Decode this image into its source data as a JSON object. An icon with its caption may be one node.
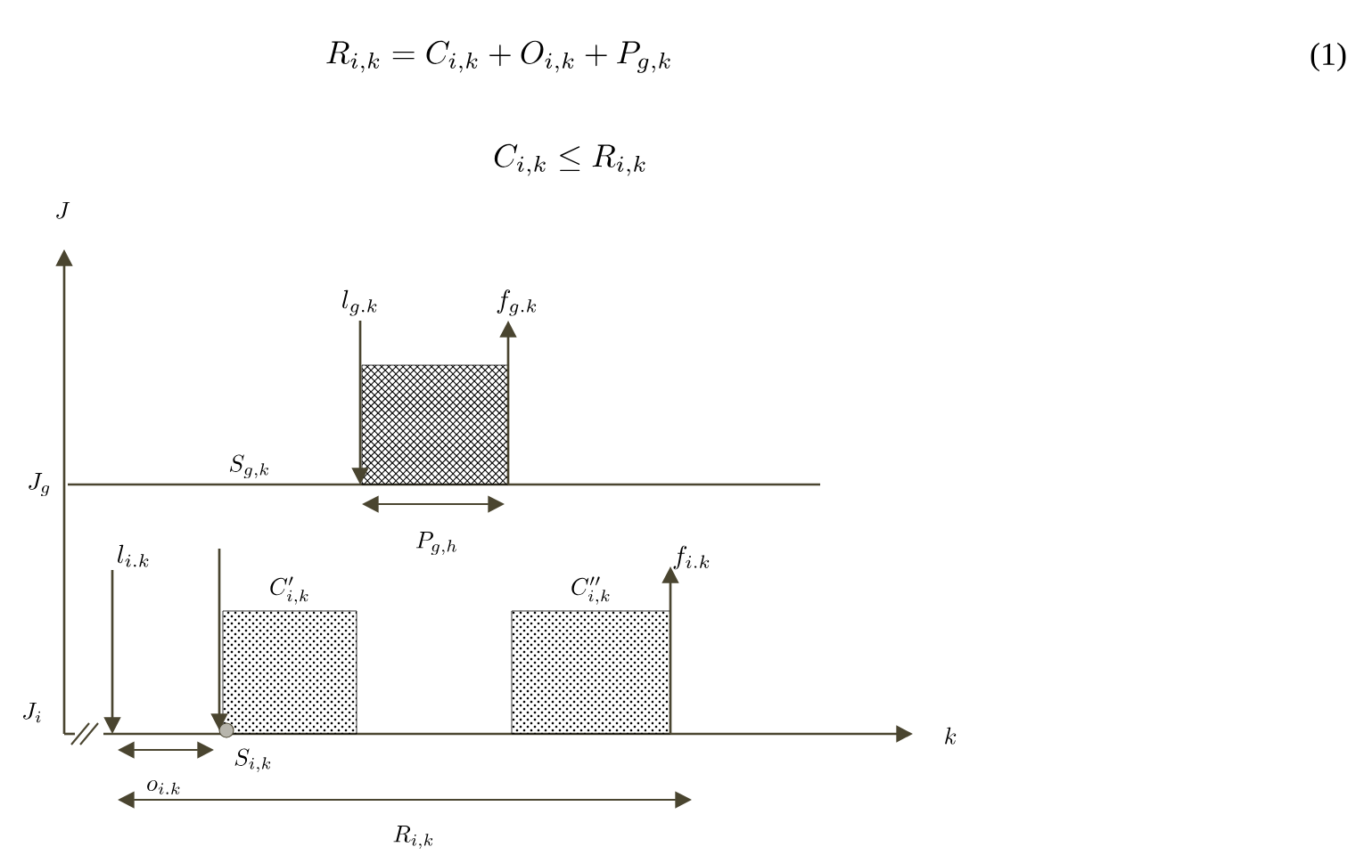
{
  "diagram": {
    "nodes": [
      {
        "text": [],
        "shape": "box"
      },
      {
        "text": [
          "C_{i,k}'"
        ]
      },
      {
        "text": [
          "C_{i,k}''"
        ]
      }
    ],
    "labels": [
      "R_{i,k} = C_{i,k} + O_{i,k} + P_{g,k}",
      "(1)",
      "C_{i,k} \\leq R_{i,k}",
      "J",
      "l_{g.k}",
      "f_{g.k}",
      "J_g",
      "S_{g,k}",
      "P_{g,h}",
      "l_{i.k}",
      "f_{i.k}",
      "J_i",
      "S_{i,k}",
      "o_{i.k}",
      "k",
      "R_{i,k}"
    ]
  }
}
